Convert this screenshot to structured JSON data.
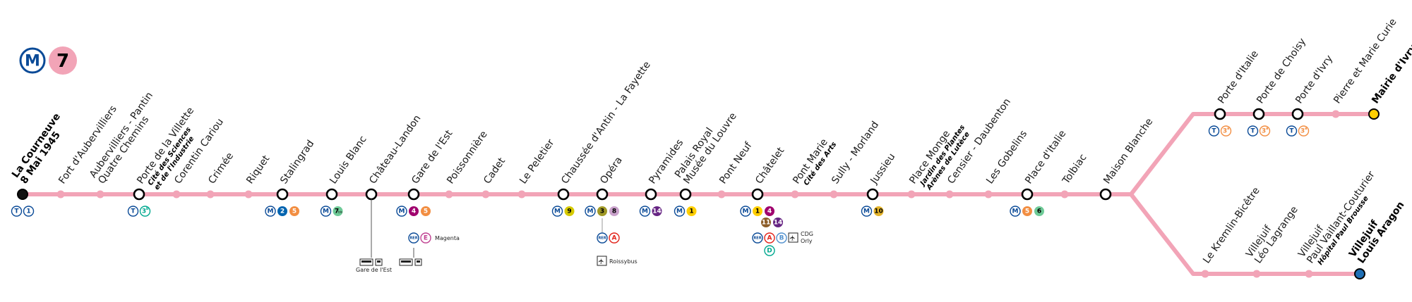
{
  "header": {
    "metro_letter": "M",
    "line_number": "7"
  },
  "colors": {
    "line": "#f2a4b7",
    "metro": "#0a4a97",
    "tram": "#0a4a97",
    "rer": "#0a4a97",
    "m1": "#ffce00",
    "m2": "#0064b0",
    "m3": "#9f9825",
    "m4": "#a0006e",
    "m5": "#f28e42",
    "m6": "#6eca97",
    "m7": "#f2a4b7",
    "m8": "#c9a1cb",
    "m9": "#d5c900",
    "m10": "#e3b32a",
    "m11": "#8d5e2a",
    "m14": "#662483",
    "rerA": "#e2231a",
    "rerB": "#5291ce",
    "rerD": "#00a88f",
    "rerE": "#c04191",
    "t1": "#0a4a97",
    "t3b": "#00a88f",
    "t3a": "#f28e42"
  },
  "trunk": [
    {
      "id": "la-courneuve",
      "lines": [
        "La Courneuve",
        "8 Mai 1945"
      ],
      "term": true,
      "ix": [
        [
          "T",
          "t1"
        ],
        [
          "1",
          "t1",
          "o"
        ]
      ]
    },
    {
      "id": "fort-aubervilliers",
      "lines": [
        "Fort d'Aubervilliers"
      ]
    },
    {
      "id": "aubervilliers-pantin",
      "lines": [
        "Aubervilliers - Pantin",
        "Quatre Chemins"
      ]
    },
    {
      "id": "porte-villette",
      "lines": [
        "Porte de la Villette"
      ],
      "sub": [
        "Cité des Sciences",
        "et de l'Industrie"
      ],
      "corr": true,
      "ix": [
        [
          "T",
          "t1"
        ],
        [
          "3b",
          "t3b",
          "o"
        ]
      ]
    },
    {
      "id": "corentin-cariou",
      "lines": [
        "Corentin Cariou"
      ]
    },
    {
      "id": "crimee",
      "lines": [
        "Crimée"
      ]
    },
    {
      "id": "riquet",
      "lines": [
        "Riquet"
      ]
    },
    {
      "id": "stalingrad",
      "lines": [
        "Stalingrad"
      ],
      "corr": true,
      "ix": [
        [
          "M",
          "metro"
        ],
        [
          "2",
          "m2",
          "f"
        ],
        [
          "5",
          "m5",
          "f"
        ]
      ]
    },
    {
      "id": "louis-blanc",
      "lines": [
        "Louis Blanc"
      ],
      "corr": true,
      "ix": [
        [
          "M",
          "metro"
        ],
        [
          "7b",
          "m6",
          "f"
        ]
      ]
    },
    {
      "id": "chateau-landon",
      "lines": [
        "Château-Landon"
      ],
      "corr": true
    },
    {
      "id": "gare-est",
      "lines": [
        "Gare de l'Est"
      ],
      "corr": true,
      "ix": [
        [
          "M",
          "metro"
        ],
        [
          "4",
          "m4",
          "f"
        ],
        [
          "5",
          "m5",
          "f"
        ]
      ]
    },
    {
      "id": "poissonniere",
      "lines": [
        "Poissonnière"
      ]
    },
    {
      "id": "cadet",
      "lines": [
        "Cadet"
      ]
    },
    {
      "id": "le-peletier",
      "lines": [
        "Le Peletier"
      ]
    },
    {
      "id": "chaussee-antin",
      "lines": [
        "Chaussée d'Antin - La Fayette"
      ],
      "corr": true,
      "ix": [
        [
          "M",
          "metro"
        ],
        [
          "9",
          "m9",
          "f"
        ]
      ]
    },
    {
      "id": "opera",
      "lines": [
        "Opéra"
      ],
      "corr": true,
      "ix": [
        [
          "M",
          "metro"
        ],
        [
          "3",
          "m3",
          "f"
        ],
        [
          "8",
          "m8",
          "f"
        ]
      ]
    },
    {
      "id": "pyramides",
      "lines": [
        "Pyramides"
      ],
      "corr": true,
      "ix": [
        [
          "M",
          "metro"
        ],
        [
          "14",
          "m14",
          "f"
        ]
      ]
    },
    {
      "id": "palais-royal",
      "lines": [
        "Palais Royal",
        "Musée du Louvre"
      ],
      "corr": true,
      "ix": [
        [
          "M",
          "metro"
        ],
        [
          "1",
          "m1",
          "f"
        ]
      ]
    },
    {
      "id": "pont-neuf",
      "lines": [
        "Pont Neuf"
      ]
    },
    {
      "id": "chatelet",
      "lines": [
        "Châtelet"
      ],
      "corr": true,
      "ix": [
        [
          "M",
          "metro"
        ],
        [
          "1",
          "m1",
          "f"
        ],
        [
          "4",
          "m4",
          "f"
        ]
      ]
    },
    {
      "id": "pont-marie",
      "lines": [
        "Pont Marie"
      ],
      "sub": [
        "Cité des Arts"
      ]
    },
    {
      "id": "sully-morland",
      "lines": [
        "Sully - Morland"
      ]
    },
    {
      "id": "jussieu",
      "lines": [
        "Jussieu"
      ],
      "corr": true,
      "ix": [
        [
          "M",
          "metro"
        ],
        [
          "10",
          "m10",
          "f"
        ]
      ]
    },
    {
      "id": "place-monge",
      "lines": [
        "Place Monge"
      ],
      "sub": [
        "Jardin des Plantes",
        "Arènes de Lutèce"
      ]
    },
    {
      "id": "censier-daubenton",
      "lines": [
        "Censier - Daubenton"
      ]
    },
    {
      "id": "les-gobelins",
      "lines": [
        "Les Gobelins"
      ]
    },
    {
      "id": "place-italie",
      "lines": [
        "Place d'Italie"
      ],
      "corr": true,
      "ix": [
        [
          "M",
          "metro"
        ],
        [
          "5",
          "m5",
          "f"
        ],
        [
          "6",
          "m6",
          "f"
        ]
      ]
    },
    {
      "id": "tolbiac",
      "lines": [
        "Tolbiac"
      ]
    },
    {
      "id": "maison-blanche",
      "lines": [
        "Maison Blanche"
      ],
      "corr": true
    }
  ],
  "branch_ivry": [
    {
      "id": "porte-italie",
      "lines": [
        "Porte d'Italie"
      ],
      "corr": true,
      "ix": [
        [
          "T",
          "t1"
        ],
        [
          "3a",
          "t3a",
          "o"
        ]
      ]
    },
    {
      "id": "porte-choisy",
      "lines": [
        "Porte de Choisy"
      ],
      "corr": true,
      "ix": [
        [
          "T",
          "t1"
        ],
        [
          "3a",
          "t3a",
          "o"
        ]
      ]
    },
    {
      "id": "porte-ivry",
      "lines": [
        "Porte d'Ivry"
      ],
      "corr": true,
      "ix": [
        [
          "T",
          "t1"
        ],
        [
          "3a",
          "t3a",
          "o"
        ]
      ]
    },
    {
      "id": "pierre-marie-curie",
      "lines": [
        "Pierre et Marie Curie"
      ]
    },
    {
      "id": "mairie-ivry",
      "lines": [
        "Mairie d'Ivry"
      ],
      "term": true,
      "bold": true
    }
  ],
  "branch_villejuif": [
    {
      "id": "kremlin-bicetre",
      "lines": [
        "Le Kremlin-Bicêtre"
      ]
    },
    {
      "id": "villejuif-leo-lagrange",
      "lines": [
        "Villejuif",
        "Léo Lagrange"
      ]
    },
    {
      "id": "villejuif-pvc",
      "lines": [
        "Villejuif",
        "Paul Vaillant-Couturier"
      ],
      "sub": [
        "Hôpital Paul Brousse"
      ]
    },
    {
      "id": "villejuif-louis-aragon",
      "lines": [
        "Villejuif",
        "Louis Aragon"
      ],
      "term": true,
      "bold": true
    }
  ],
  "extras": {
    "gare_est_rer_label": "Magenta",
    "gare_est_train_label": "Gare de l'Est",
    "opera_bus_label": "Roissybus",
    "chatelet_air_top": "CDG",
    "chatelet_air_bottom": "Orly",
    "chatelet_row2": [
      [
        "11",
        "m11",
        "f"
      ],
      [
        "14",
        "m14",
        "f"
      ]
    ],
    "chatelet_rer": [
      [
        "A",
        "rerA",
        "o"
      ],
      [
        "B",
        "rerB",
        "o"
      ],
      [
        "D",
        "rerD",
        "o"
      ]
    ],
    "opera_rer": [
      [
        "A",
        "rerA",
        "o"
      ]
    ],
    "gare_est_rer": [
      [
        "E",
        "rerE",
        "o"
      ]
    ],
    "rer_text": "RER"
  }
}
